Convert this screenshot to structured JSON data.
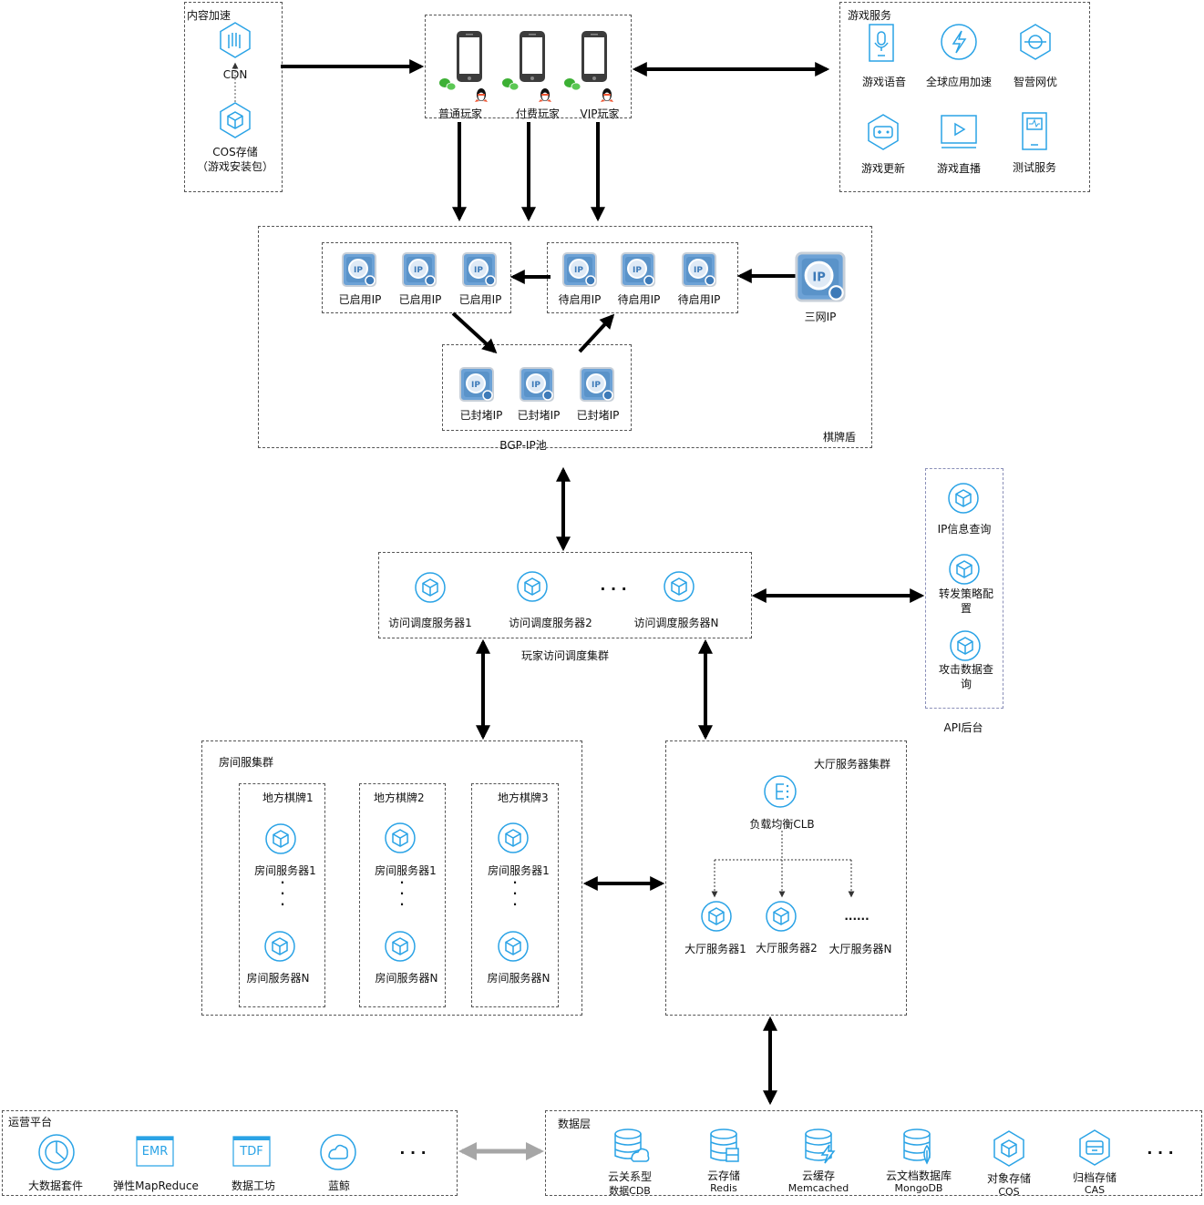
{
  "colors": {
    "icon_blue": "#2aa3e6",
    "ip_bg": "#5a93c9",
    "arrow": "#000000",
    "gray_arrow": "#a6a6a6"
  },
  "content_accel": {
    "title": "内容加速",
    "cdn": "CDN",
    "cos_line1": "COS存储",
    "cos_line2": "（游戏安装包）"
  },
  "players": {
    "normal": "普通玩家",
    "paid": "付费玩家",
    "vip": "VIP玩家"
  },
  "game_services": {
    "title": "游戏服务",
    "items": [
      "游戏语音",
      "全球应用加速",
      "智营网优",
      "游戏更新",
      "游戏直播",
      "测试服务"
    ]
  },
  "ip_pool": {
    "enabled": "已启用IP",
    "pending": "待启用IP",
    "blocked": "已封堵IP",
    "three_net": "三网IP",
    "pool_label": "BGP-IP池",
    "shield_label": "棋牌盾"
  },
  "dispatch": {
    "servers": [
      "访问调度服务器1",
      "访问调度服务器2",
      "访问调度服务器N"
    ],
    "ellipsis": "· · ·",
    "cluster_label": "玩家访问调度集群"
  },
  "api": {
    "items": [
      "IP信息查询",
      "转发策略配",
      "置",
      "攻击数据查",
      "询"
    ],
    "label": "API后台"
  },
  "room_cluster": {
    "title": "房间服集群",
    "groups": [
      "地方棋牌1",
      "地方棋牌2",
      "地方棋牌3"
    ],
    "server_1": "房间服务器1",
    "server_n": "房间服务器N"
  },
  "hall_cluster": {
    "title": "大厅服务器集群",
    "clb": "负载均衡CLB",
    "servers": [
      "大厅服务器1",
      "大厅服务器2",
      "大厅服务器N"
    ],
    "dots": "······"
  },
  "ops": {
    "title": "运营平台",
    "items": [
      "大数据套件",
      "弹性MapReduce",
      "数据工坊",
      "蓝鲸"
    ],
    "emr": "EMR",
    "tdf": "TDF",
    "ellipsis": "· · ·"
  },
  "data_layer": {
    "title": "数据层",
    "items": [
      [
        "云关系型",
        "数据CDB"
      ],
      [
        "云存储",
        "Redis"
      ],
      [
        "云缓存",
        "Memcached"
      ],
      [
        "云文档数据库",
        "MongoDB"
      ],
      [
        "对象存储",
        "COS"
      ],
      [
        "归档存储",
        "CAS"
      ]
    ],
    "ellipsis": "· · ·"
  }
}
